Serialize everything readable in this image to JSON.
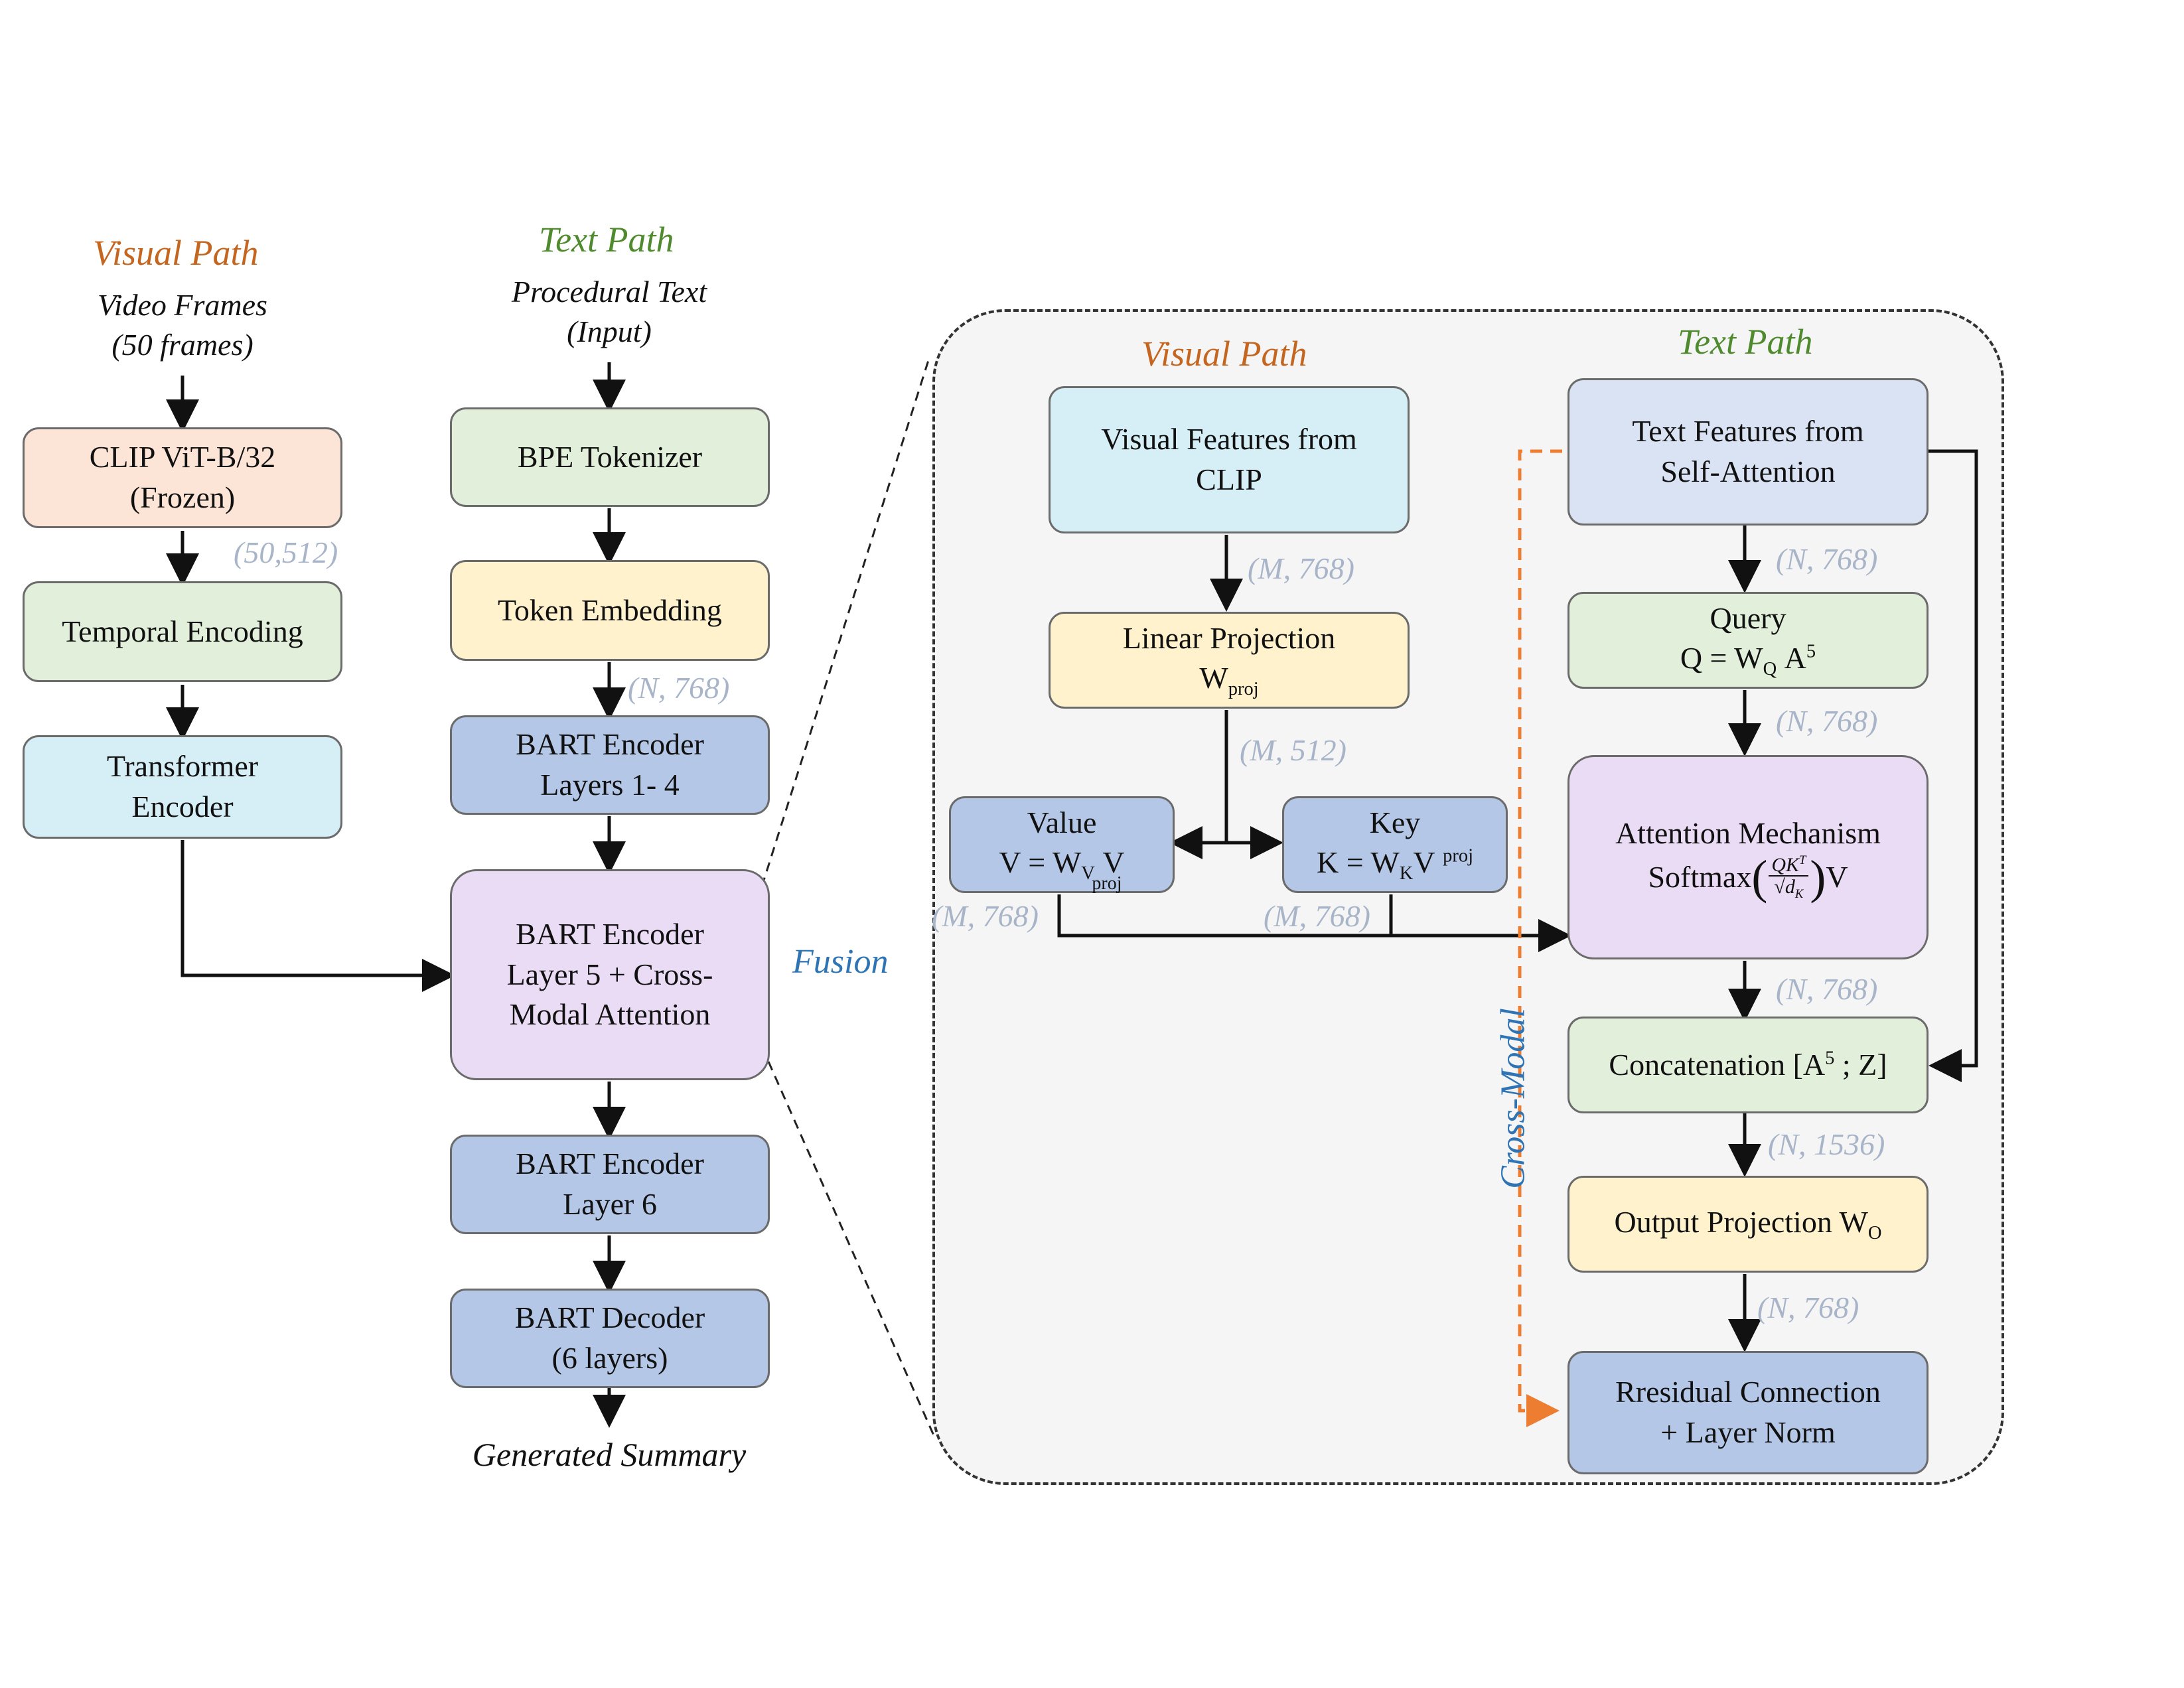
{
  "left": {
    "visual_header": "Visual Path",
    "visual_input_line1": "Video Frames",
    "visual_input_line2": "(50 frames)",
    "clip_line1": "CLIP ViT-B/32",
    "clip_line2": "(Frozen)",
    "clip_dim": "(50,512)",
    "temporal": "Temporal Encoding",
    "transformer_line1": "Transformer",
    "transformer_line2": "Encoder",
    "text_header": "Text Path",
    "text_input_line1": "Procedural Text",
    "text_input_line2": "(Input)",
    "bpe": "BPE Tokenizer",
    "token_embedding": "Token Embedding",
    "token_dim": "(N, 768)",
    "enc14_line1": "BART Encoder",
    "enc14_line2": "Layers 1- 4",
    "enc5_line1": "BART Encoder",
    "enc5_line2": "Layer 5 + Cross-",
    "enc5_line3": "Modal Attention",
    "fusion": "Fusion",
    "enc6_line1": "BART Encoder",
    "enc6_line2": "Layer 6",
    "dec_line1": "BART Decoder",
    "dec_line2": "(6 layers)",
    "output": "Generated Summary"
  },
  "detail": {
    "visual_header": "Visual Path",
    "text_header": "Text Path",
    "visual_features_line1": "Visual Features from",
    "visual_features_line2": "CLIP",
    "dim_vis_feat": "(M, 768)",
    "linproj_line1": "Linear Projection",
    "linproj_w": "W",
    "linproj_sub": "proj",
    "dim_proj": "(M, 512)",
    "value_title": "Value",
    "value_eq_a": "V = W",
    "value_eq_sub": "V",
    "value_eq_b": "V",
    "value_proj_sub": "proj",
    "key_title": "Key",
    "key_eq_a": "K = W",
    "key_eq_sub": "K",
    "key_eq_b": "V",
    "key_proj_sup": "proj",
    "dim_value": "(M, 768)",
    "dim_key": "(M, 768)",
    "text_features_line1": "Text Features from",
    "text_features_line2": "Self-Attention",
    "dim_text_feat": "(N, 768)",
    "query_title": "Query",
    "query_eq_a": "Q = W",
    "query_eq_sub": "Q",
    "query_eq_b": "A",
    "query_eq_sup": "5",
    "dim_query": "(N, 768)",
    "attn_title": "Attention Mechanism",
    "attn_softmax": "Softmax",
    "attn_num": "QK",
    "attn_num_sup": "T",
    "attn_den": "√d",
    "attn_den_sub": "K",
    "attn_v": "V",
    "dim_attn": "(N, 768)",
    "concat_a": "Concatenation [A",
    "concat_sup": "5",
    "concat_b": " ; Z]",
    "dim_concat": "(N, 1536)",
    "outproj_a": "Output Projection W",
    "outproj_sub": "O",
    "dim_outproj": "(N, 768)",
    "residual_line1": "Rresidual Connection",
    "residual_line2": "+ Layer Norm",
    "cross_modal": "Cross-Modal"
  },
  "colors": {
    "visual_header": "#c4661f",
    "text_header": "#4f8a2e",
    "fusion": "#2e74b5",
    "dims": "#a8b4c8",
    "cross_modal_line": "#ed7d31"
  }
}
